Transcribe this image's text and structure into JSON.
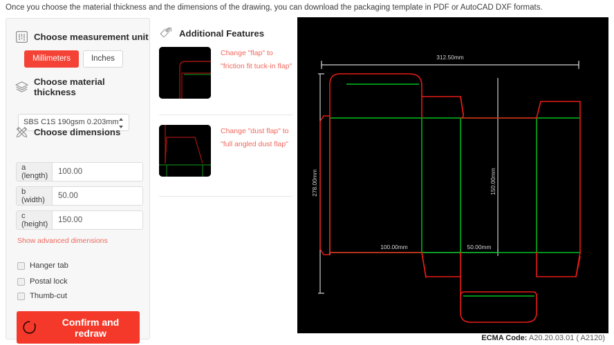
{
  "intro": "Once you choose the material thickness and the dimensions of the drawing, you can download the packaging template in PDF or AutoCAD DXF formats.",
  "config": {
    "unit_section": {
      "title": "Choose measurement unit",
      "icon": "ruler-sliders-icon",
      "options": [
        "Millimeters",
        "Inches"
      ],
      "selected": "Millimeters"
    },
    "material_section": {
      "title": "Choose material thickness",
      "icon": "layers-icon",
      "selected": "SBS C1S 190gsm 0.203mm"
    },
    "dimensions_section": {
      "title": "Choose dimensions",
      "icon": "pencil-ruler-icon",
      "rows": [
        {
          "label": "a (length)",
          "value": "100.00",
          "unit": "mm"
        },
        {
          "label": "b (width)",
          "value": "50.00",
          "unit": "mm"
        },
        {
          "label": "c (height)",
          "value": "150.00",
          "unit": "mm"
        }
      ],
      "advanced_link": "Show advanced dimensions"
    },
    "checkboxes": [
      {
        "label": "Hanger tab",
        "checked": false
      },
      {
        "label": "Postal lock",
        "checked": false
      },
      {
        "label": "Thumb-cut",
        "checked": false
      }
    ],
    "confirm_button": "Confirm and redraw"
  },
  "features": {
    "title": "Additional Features",
    "icon": "tags-icon",
    "items": [
      {
        "text": "Change \"flap\" to \"friction fit tuck-in flap\"",
        "thumb": "flap-thumbnail"
      },
      {
        "text": "Change \"dust flap\" to \"full angled dust flap\"",
        "thumb": "dust-flap-thumbnail"
      }
    ]
  },
  "drawing": {
    "ecma_label": "ECMA Code:",
    "ecma_value": "A20.20.03.01 ( A2120)",
    "dimensions": {
      "overall_width": "312.50mm",
      "overall_height": "278.00mm",
      "panel_height": "150.00mm",
      "panel_a": "100.00mm",
      "panel_b": "50.00mm"
    },
    "colors": {
      "cut": "#e81c16",
      "crease": "#00c020",
      "dimension": "#cfcfcf",
      "background": "#000000"
    }
  }
}
